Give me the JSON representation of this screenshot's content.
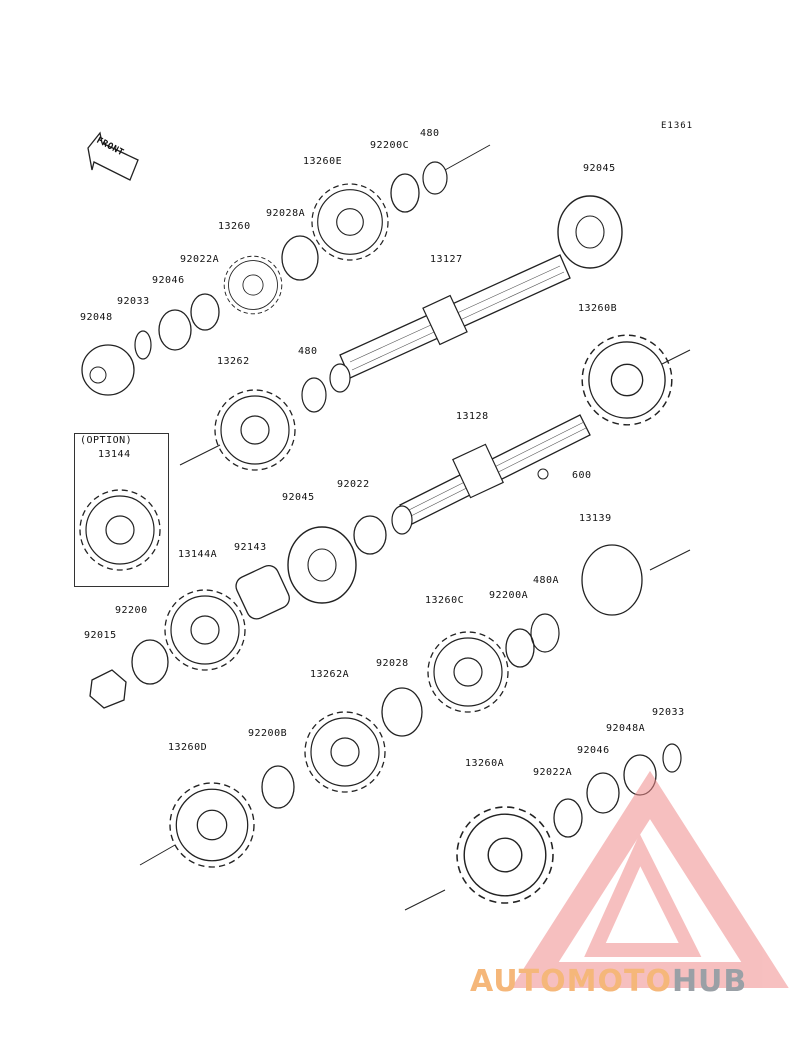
{
  "diagram_code": "E1361",
  "front_label": "FRONT",
  "option_label": "(OPTION)",
  "watermark": {
    "part1": "AUTOMOTO",
    "part2": "HUB",
    "color1": "#f5b77a",
    "color2": "#9aa0a6",
    "logo_color": "#f08c8c"
  },
  "labels": {
    "p480a": "480",
    "p92200c": "92200C",
    "p13260e": "13260E",
    "p92045a": "92045",
    "p92028a": "92028A",
    "p13260": "13260",
    "p92022a_top": "92022A",
    "p92046_top": "92046",
    "p92033_top": "92033",
    "p92048": "92048",
    "p13127": "13127",
    "p13260b": "13260B",
    "p13262": "13262",
    "p480b": "480",
    "p13144": "13144",
    "p13128": "13128",
    "p600": "600",
    "p92045b": "92045",
    "p92022": "92022",
    "p13144a": "13144A",
    "p92143": "92143",
    "p13139": "13139",
    "p92200": "92200",
    "p92015": "92015",
    "p13260c": "13260C",
    "p92200a": "92200A",
    "p480a2": "480A",
    "p13262a": "13262A",
    "p92028": "92028",
    "p92033_bot": "92033",
    "p92048a": "92048A",
    "p92200b": "92200B",
    "p13260d": "13260D",
    "p13260a": "13260A",
    "p92022a_bot": "92022A",
    "p92046_bot": "92046"
  }
}
